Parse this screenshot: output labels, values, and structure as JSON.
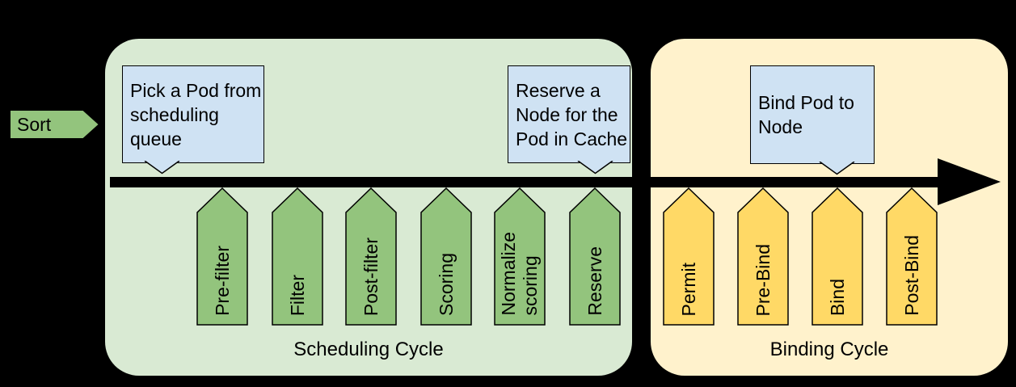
{
  "colors": {
    "background": "#000000",
    "schedulingPanel": "#d9ead3",
    "bindingPanel": "#fff2cc",
    "schedulingArrow": "#93c47d",
    "bindingArrow": "#ffd966",
    "callout": "#cfe2f3",
    "outline": "#000000",
    "flowArrow": "#000000"
  },
  "sortArrow": {
    "label": "Sort"
  },
  "callouts": {
    "pickPod": "Pick a Pod from\nscheduling\nqueue",
    "reserveNode": "Reserve a\nNode for the\nPod in Cache",
    "bindPod": "Bind Pod to\nNode"
  },
  "schedulingCycle": {
    "title": "Scheduling Cycle",
    "extensionPoints": [
      "Pre-filter",
      "Filter",
      "Post-filter",
      "Scoring",
      "Normalize\nscoring",
      "Reserve"
    ]
  },
  "bindingCycle": {
    "title": "Binding Cycle",
    "extensionPoints": [
      "Permit",
      "Pre-Bind",
      "Bind",
      "Post-Bind"
    ]
  }
}
